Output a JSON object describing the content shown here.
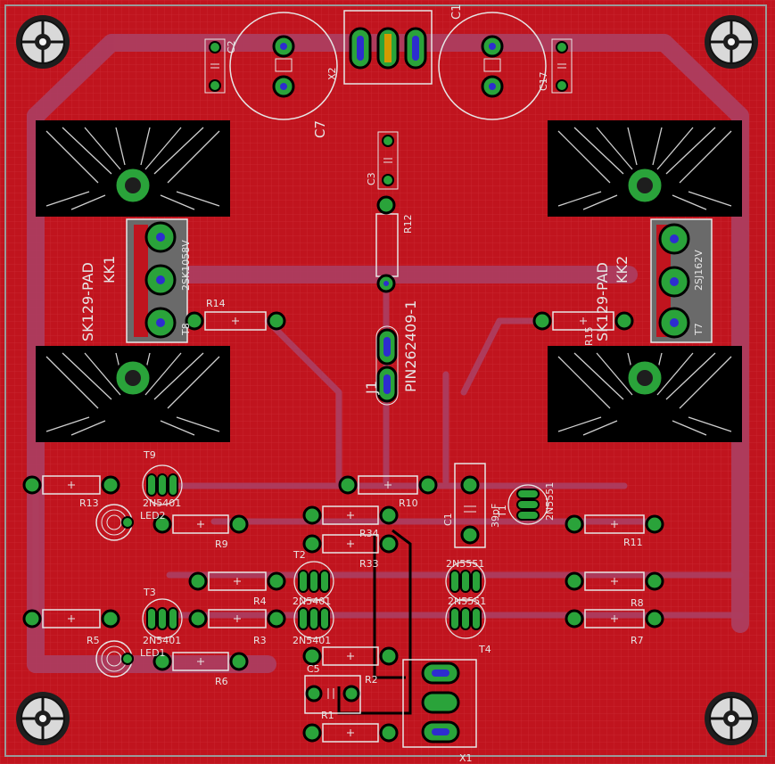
{
  "labels": {
    "c7": "C7",
    "c17": "C17",
    "c2": "C2",
    "x2": "X2",
    "c1_top": "C1",
    "c3": "C3",
    "r12": "R12",
    "kk1": "KK1",
    "kk2": "KK2",
    "sk129_left": "SK129-PAD",
    "sk129_right": "SK129-PAD",
    "q_left": "2SK1058V",
    "q_right": "2SJ162V",
    "t8": "T8",
    "t7": "T7",
    "r14": "R14",
    "r13": "R13",
    "r15": "R15",
    "j1": "J1",
    "pin": "PIN262409-1",
    "t9": "T9",
    "t3": "T3",
    "t2": "T2",
    "t4": "T4",
    "tr_2n5401_t9": "2N5401",
    "tr_2n5401_t3": "2N5401",
    "tr_2n5401_t2a": "2N5401",
    "tr_2n5401_t2b": "2N5401",
    "tr_2n5551_t1": "2N5551",
    "tr_2n5551_t4a": "2N5551",
    "tr_2n5551_t4b": "2N5551",
    "t1": "T1",
    "led2": "LED2",
    "led1": "LED1",
    "r9": "R9",
    "r10": "R10",
    "c1": "C1",
    "cap_39pf": "39pF",
    "r11": "R11",
    "r34": "R34",
    "r33": "R33",
    "r4": "R4",
    "r3": "R3",
    "r8": "R8",
    "r7": "R7",
    "r5": "R5",
    "r6": "R6",
    "c5": "C5",
    "r2": "R2",
    "r1": "R1",
    "x1": "X1"
  },
  "colors": {
    "board": "#c0141e",
    "trace_top": "#ad3d5f",
    "trace_bottom": "#2d2dcf",
    "pad": "#2aa33a",
    "silk": "#e6e6e6",
    "outline": "#000000",
    "hole": "#1e1e1e"
  },
  "icons": {
    "mount_hole": "mounting-hole-icon",
    "heatsink": "heatsink-icon",
    "resistor": "resistor-symbol-icon",
    "capacitor": "capacitor-symbol-icon",
    "led": "led-symbol-icon"
  }
}
